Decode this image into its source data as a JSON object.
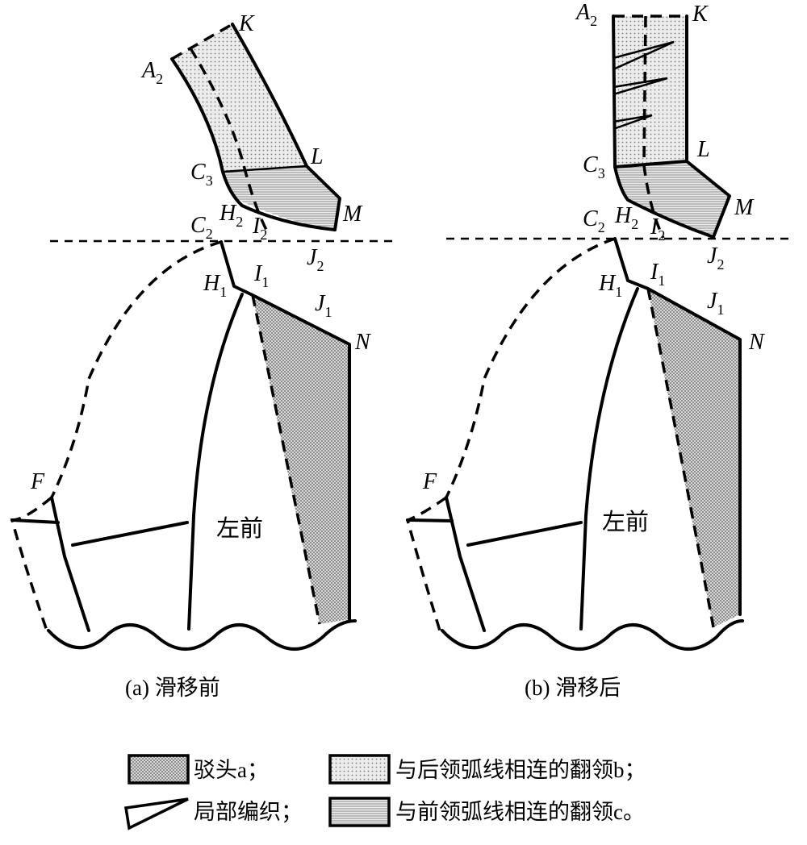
{
  "figure": {
    "panels": [
      {
        "id": "a",
        "caption": "(a) 滑移前",
        "body_label": "左前",
        "points": {
          "K": {
            "letter": "K",
            "sub": ""
          },
          "A2": {
            "letter": "A",
            "sub": "2"
          },
          "L": {
            "letter": "L",
            "sub": ""
          },
          "C3": {
            "letter": "C",
            "sub": "3"
          },
          "M": {
            "letter": "M",
            "sub": ""
          },
          "H2": {
            "letter": "H",
            "sub": "2"
          },
          "I2": {
            "letter": "I",
            "sub": "2"
          },
          "C2": {
            "letter": "C",
            "sub": "2"
          },
          "J2": {
            "letter": "J",
            "sub": "2"
          },
          "H1": {
            "letter": "H",
            "sub": "1"
          },
          "I1": {
            "letter": "I",
            "sub": "1"
          },
          "J1": {
            "letter": "J",
            "sub": "1"
          },
          "N": {
            "letter": "N",
            "sub": ""
          },
          "F": {
            "letter": "F",
            "sub": ""
          }
        }
      },
      {
        "id": "b",
        "caption": "(b) 滑移后",
        "body_label": "左前",
        "points": {
          "A2": {
            "letter": "A",
            "sub": "2"
          },
          "K": {
            "letter": "K",
            "sub": ""
          },
          "L": {
            "letter": "L",
            "sub": ""
          },
          "C3": {
            "letter": "C",
            "sub": "3"
          },
          "M": {
            "letter": "M",
            "sub": ""
          },
          "C2": {
            "letter": "C",
            "sub": "2"
          },
          "H2": {
            "letter": "H",
            "sub": "2"
          },
          "I2": {
            "letter": "I",
            "sub": "2"
          },
          "J2": {
            "letter": "J",
            "sub": "2"
          },
          "H1": {
            "letter": "H",
            "sub": "1"
          },
          "I1": {
            "letter": "I",
            "sub": "1"
          },
          "J1": {
            "letter": "J",
            "sub": "1"
          },
          "N": {
            "letter": "N",
            "sub": ""
          },
          "F": {
            "letter": "F",
            "sub": ""
          }
        }
      }
    ]
  },
  "legend": {
    "items": [
      {
        "id": "lapel",
        "label": "驳头a；",
        "swatch": "dense-dots"
      },
      {
        "id": "collar-back",
        "label": "与后领弧线相连的翻领b；",
        "swatch": "light-dots"
      },
      {
        "id": "knit",
        "label": "局部编织；",
        "swatch": "wedge"
      },
      {
        "id": "collar-front",
        "label": "与前领弧线相连的翻领c。",
        "swatch": "horizontal-lines"
      }
    ]
  },
  "colors": {
    "line": "#000000",
    "background": "#ffffff",
    "dot_fill": "#e6e6e6",
    "dense_fill": "#cfcfcf"
  }
}
